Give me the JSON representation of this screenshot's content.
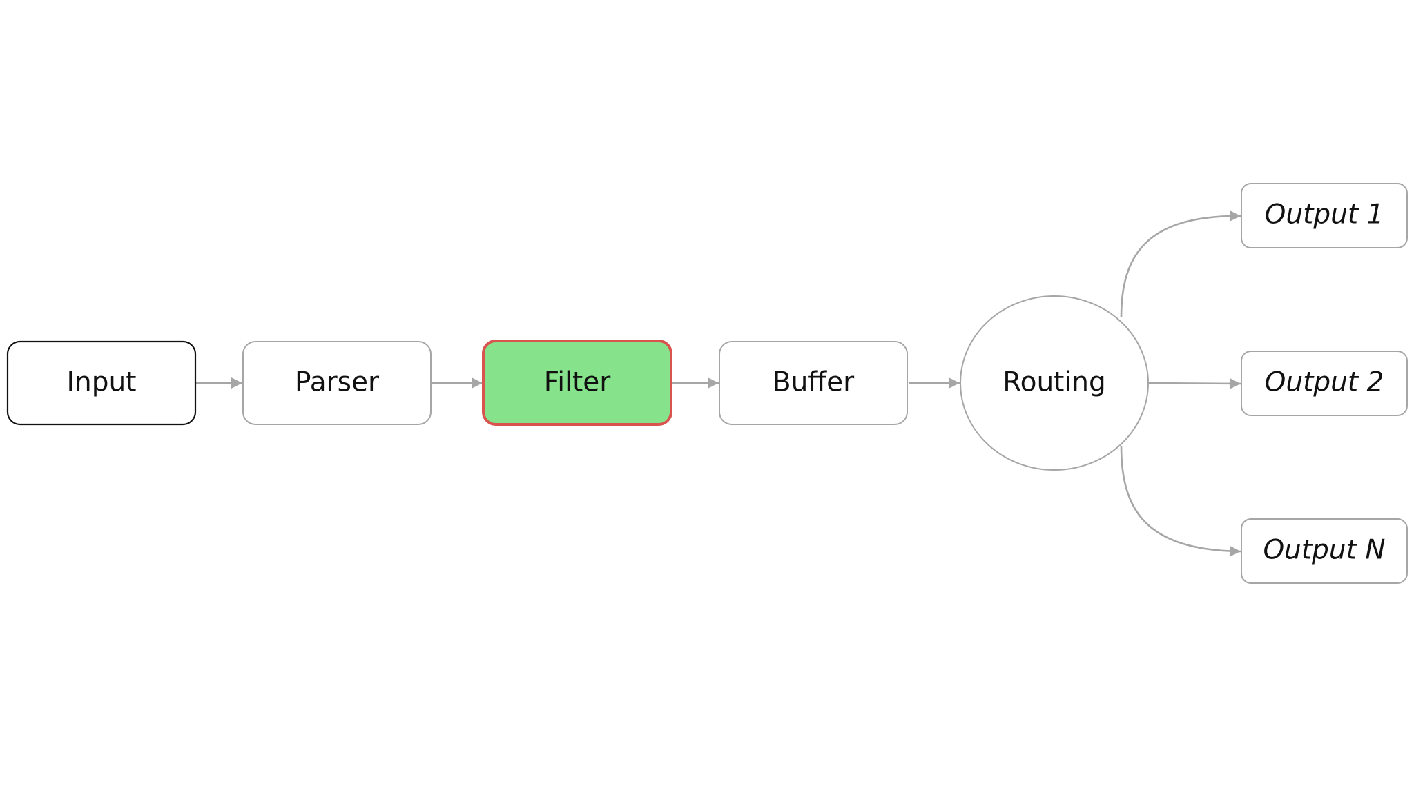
{
  "diagram": {
    "nodes": {
      "input": {
        "label": "Input"
      },
      "parser": {
        "label": "Parser"
      },
      "filter": {
        "label": "Filter"
      },
      "buffer": {
        "label": "Buffer"
      },
      "routing": {
        "label": "Routing"
      },
      "output1": {
        "label": "Output 1"
      },
      "output2": {
        "label": "Output 2"
      },
      "outputN": {
        "label": "Output N"
      }
    },
    "edges": [
      {
        "from": "Input",
        "to": "Parser"
      },
      {
        "from": "Parser",
        "to": "Filter"
      },
      {
        "from": "Filter",
        "to": "Buffer"
      },
      {
        "from": "Buffer",
        "to": "Routing"
      },
      {
        "from": "Routing",
        "to": "Output 1"
      },
      {
        "from": "Routing",
        "to": "Output 2"
      },
      {
        "from": "Routing",
        "to": "Output N"
      }
    ],
    "highlight": {
      "node": "Filter",
      "fill": "#86e38b",
      "stroke": "#d9534f"
    },
    "colors": {
      "background": "#ffffff",
      "default_node_stroke": "#a6a6a6",
      "input_node_stroke": "#111111",
      "edge": "#a6a6a6",
      "text": "#111111"
    }
  }
}
